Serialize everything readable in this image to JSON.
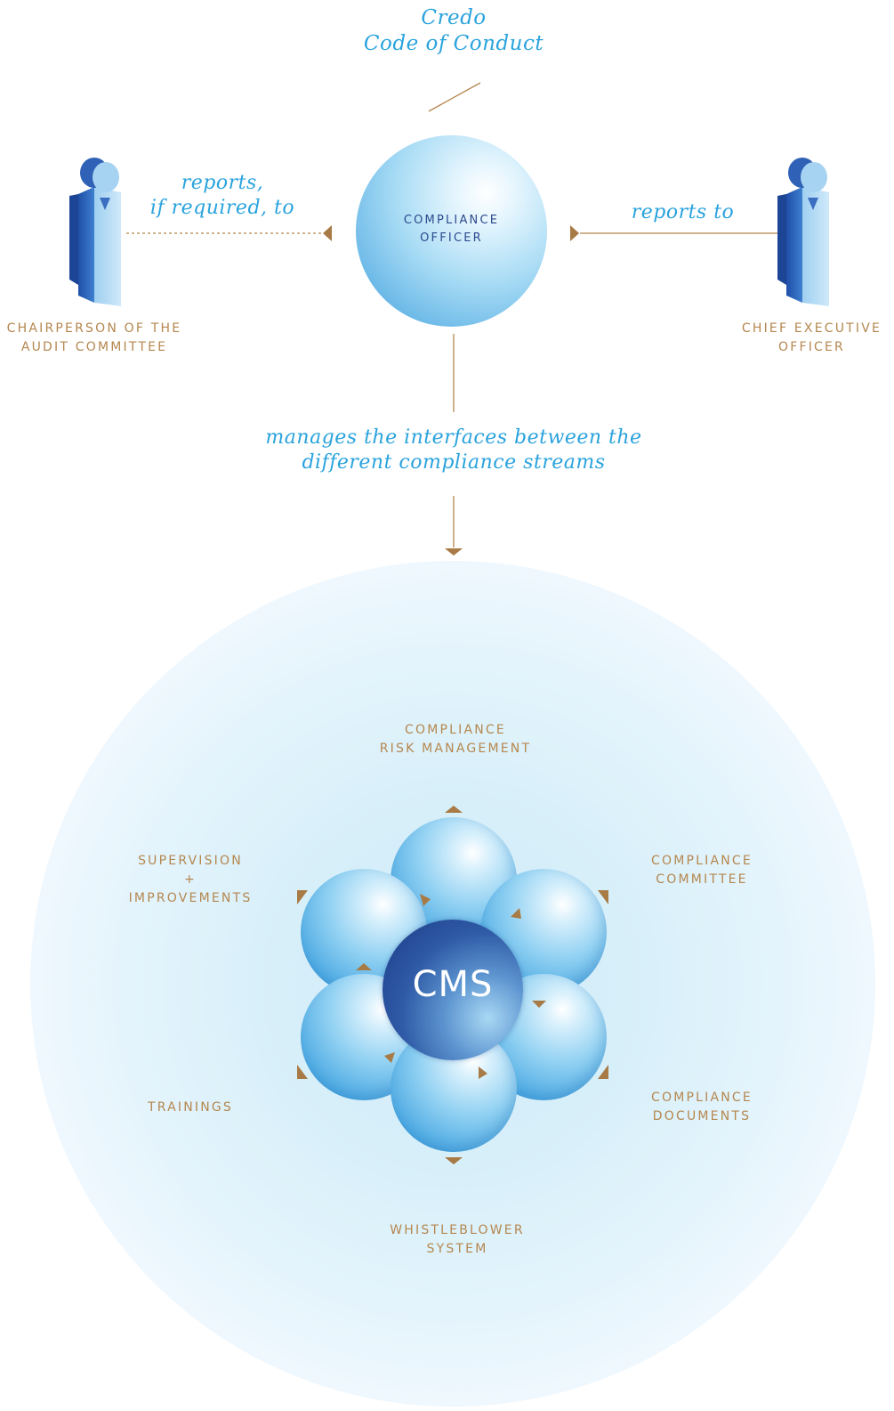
{
  "top_label": {
    "line1": "Credo",
    "line2": "Code of Conduct"
  },
  "compliance_officer": {
    "label": "COMPLIANCE\nOFFICER"
  },
  "left_person": {
    "caption": "CHAIRPERSON OF THE\nAUDIT COMMITTEE"
  },
  "right_person": {
    "caption": "CHIEF EXECUTIVE\nOFFICER"
  },
  "left_relation": {
    "line1": "reports,",
    "line2": "if required, to"
  },
  "right_relation": {
    "text": "reports to"
  },
  "manages": {
    "line1": "manages the interfaces between the",
    "line2": "different compliance streams"
  },
  "cms": {
    "center": "CMS",
    "streams": {
      "risk": "COMPLIANCE\nRISK MANAGEMENT",
      "committee": "COMPLIANCE\nCOMMITTEE",
      "documents": "COMPLIANCE\nDOCUMENTS",
      "whistleblower": "WHISTLEBLOWER\nSYSTEM",
      "trainings": "TRAININGS",
      "supervision": "SUPERVISION\n+\nIMPROVEMENTS"
    }
  },
  "colors": {
    "accent_blue": "#2aa3dd",
    "gold": "#b5874f",
    "navy": "#2c4a8e"
  }
}
